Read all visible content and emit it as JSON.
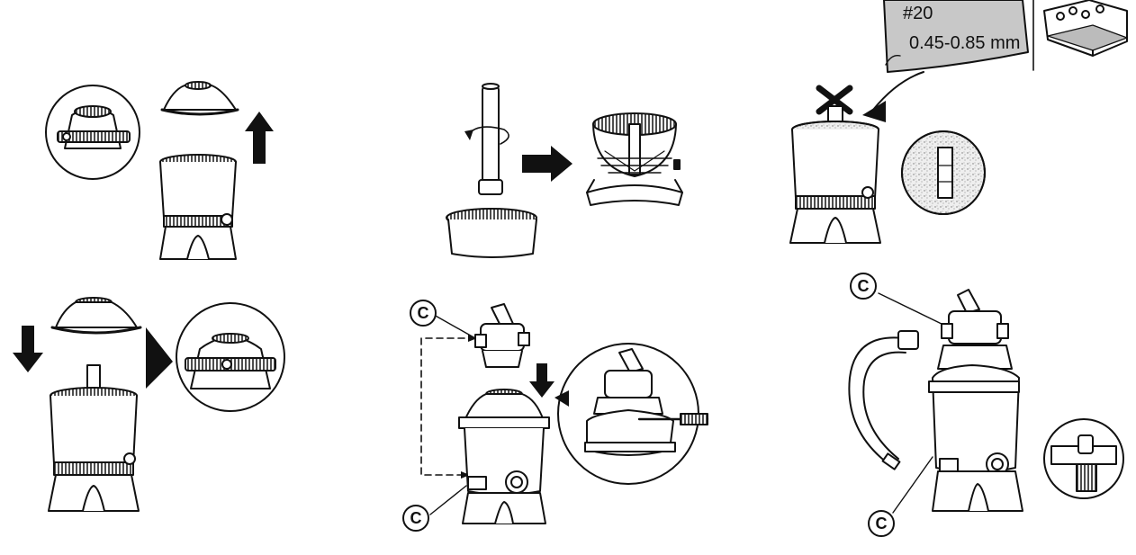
{
  "sand_bag": {
    "grade": "#20",
    "size": "0.45-0.85 mm"
  },
  "callouts": {
    "c1": "C",
    "c2": "C",
    "c3": "C",
    "c4": "C"
  },
  "colors": {
    "line": "#111111",
    "bag_fill": "#c8c8c8",
    "sand_fill": "#e4e4e4"
  }
}
